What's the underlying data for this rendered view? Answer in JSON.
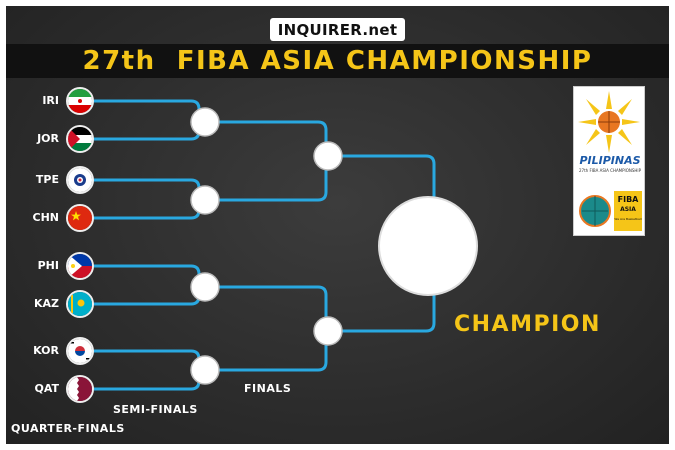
{
  "brand": "INQUIRER.net",
  "title": "27th  FIBA ASIA CHAMPIONSHIP",
  "teams": [
    {
      "code": "IRI",
      "flag": "iran-flag"
    },
    {
      "code": "JOR",
      "flag": "jordan-flag"
    },
    {
      "code": "TPE",
      "flag": "chinese-taipei-flag"
    },
    {
      "code": "CHN",
      "flag": "china-flag"
    },
    {
      "code": "PHI",
      "flag": "philippines-flag"
    },
    {
      "code": "KAZ",
      "flag": "kazakhstan-flag"
    },
    {
      "code": "KOR",
      "flag": "korea-flag"
    },
    {
      "code": "QAT",
      "flag": "qatar-flag"
    }
  ],
  "rounds": {
    "quarter": "QUARTER-FINALS",
    "semi": "SEMI-FINALS",
    "finals": "FINALS"
  },
  "champion_label": "CHAMPION",
  "logo": {
    "name": "PILIPINAS",
    "subtitle": "27th FIBA ASIA CHAMPIONSHIP",
    "fiba": "FIBA",
    "asia": "ASIA",
    "tagline": "We Are Basketball"
  },
  "colors": {
    "bracket_line": "#29a8e0",
    "accent": "#f5c518",
    "background": "#2e2e2e"
  }
}
